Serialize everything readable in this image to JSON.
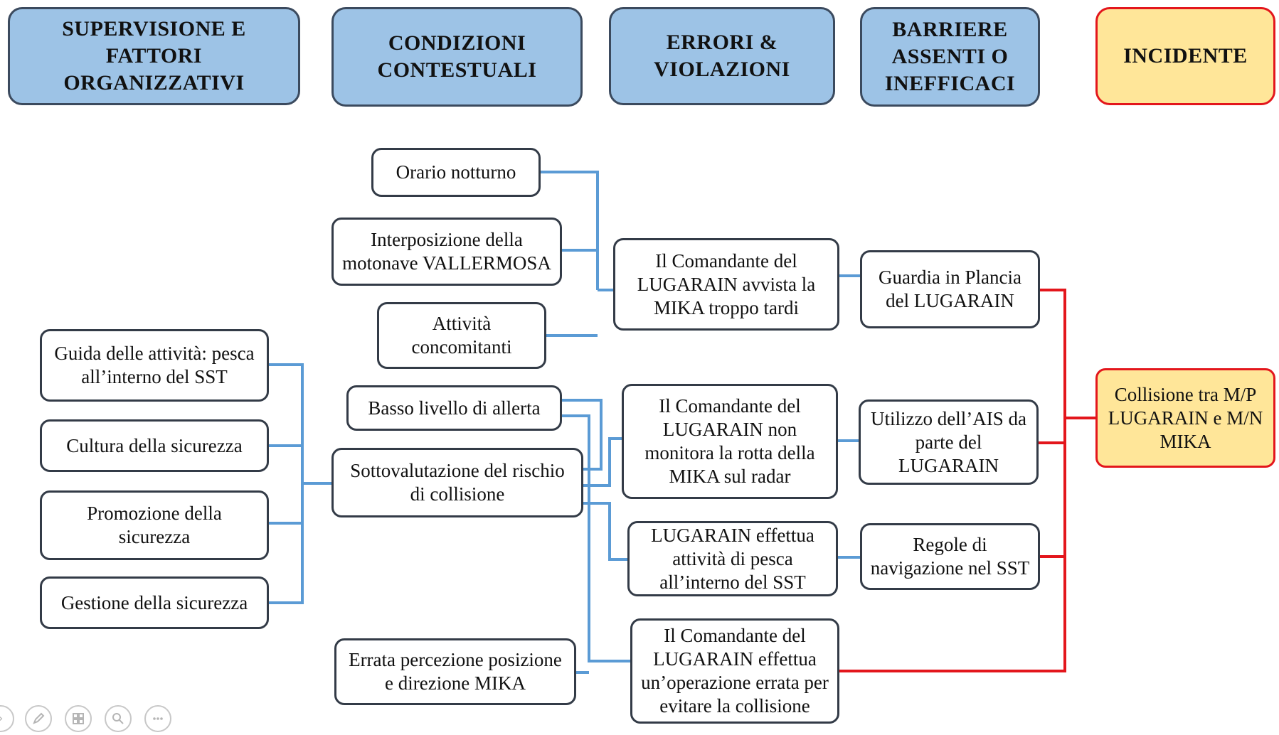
{
  "headers": {
    "h1": "SUPERVISIONE E\nFATTORI\nORGANIZZATIVI",
    "h2": "CONDIZIONI\nCONTESTUALI",
    "h3": "ERRORI &\nVIOLAZIONI",
    "h4": "BARRIERE\nASSENTI O\nINEFFICACI",
    "h5": "INCIDENTE"
  },
  "organizational": [
    "Guida delle attività: pesca\nall’interno del SST",
    "Cultura della sicurezza",
    "Promozione della\nsicurezza",
    "Gestione della sicurezza"
  ],
  "conditions": [
    "Orario notturno",
    "Interposizione della\nmotonave VALLERMOSA",
    "Attività\nconcomitanti",
    "Basso livello di allerta",
    "Sottovalutazione del rischio\ndi collisione",
    "Errata percezione posizione\ne direzione MIKA"
  ],
  "errors": [
    "Il Comandante del\nLUGARAIN avvista la\nMIKA troppo tardi",
    "Il Comandante del\nLUGARAIN non\nmonitora la rotta della\nMIKA sul radar",
    "LUGARAIN effettua\nattività di pesca\nall’interno del SST",
    "Il Comandante del\nLUGARAIN effettua\nun’operazione errata per\nevitare la collisione"
  ],
  "barriers": [
    "Guardia in Plancia\ndel LUGARAIN",
    "Utilizzo dell’AIS da\nparte del\nLUGARAIN",
    "Regole di\nnavigazione nel SST"
  ],
  "incident": "Collisione tra M/P\nLUGARAIN e M/N\nMIKA",
  "toolbar_icons": [
    "arrow-icon",
    "pen-icon",
    "slides-icon",
    "zoom-icon",
    "more-icon"
  ],
  "colors": {
    "header_fill": "#9dc3e6",
    "incident_fill": "#ffe699",
    "incident_border": "#e3161c",
    "blue_connector": "#5b9bd5",
    "red_connector": "#e3161c"
  }
}
